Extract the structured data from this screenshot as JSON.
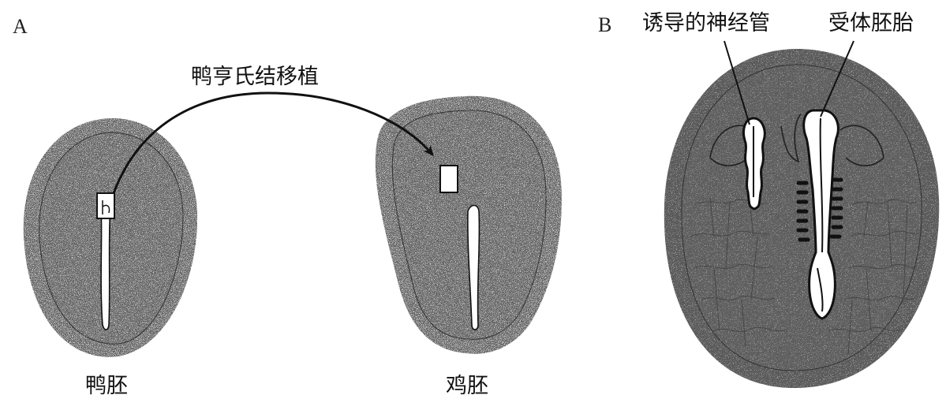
{
  "panel_a": {
    "letter": "A",
    "graft_label": "鸭亨氏结移植",
    "duck_label": "鸭胚",
    "chick_label": "鸡胚"
  },
  "panel_b": {
    "letter": "B",
    "induced_label": "诱导的神经管",
    "host_label": "受体胚胎"
  },
  "colors": {
    "ink": "#111111",
    "stipple": "#2a2a2a",
    "background": "#ffffff"
  }
}
